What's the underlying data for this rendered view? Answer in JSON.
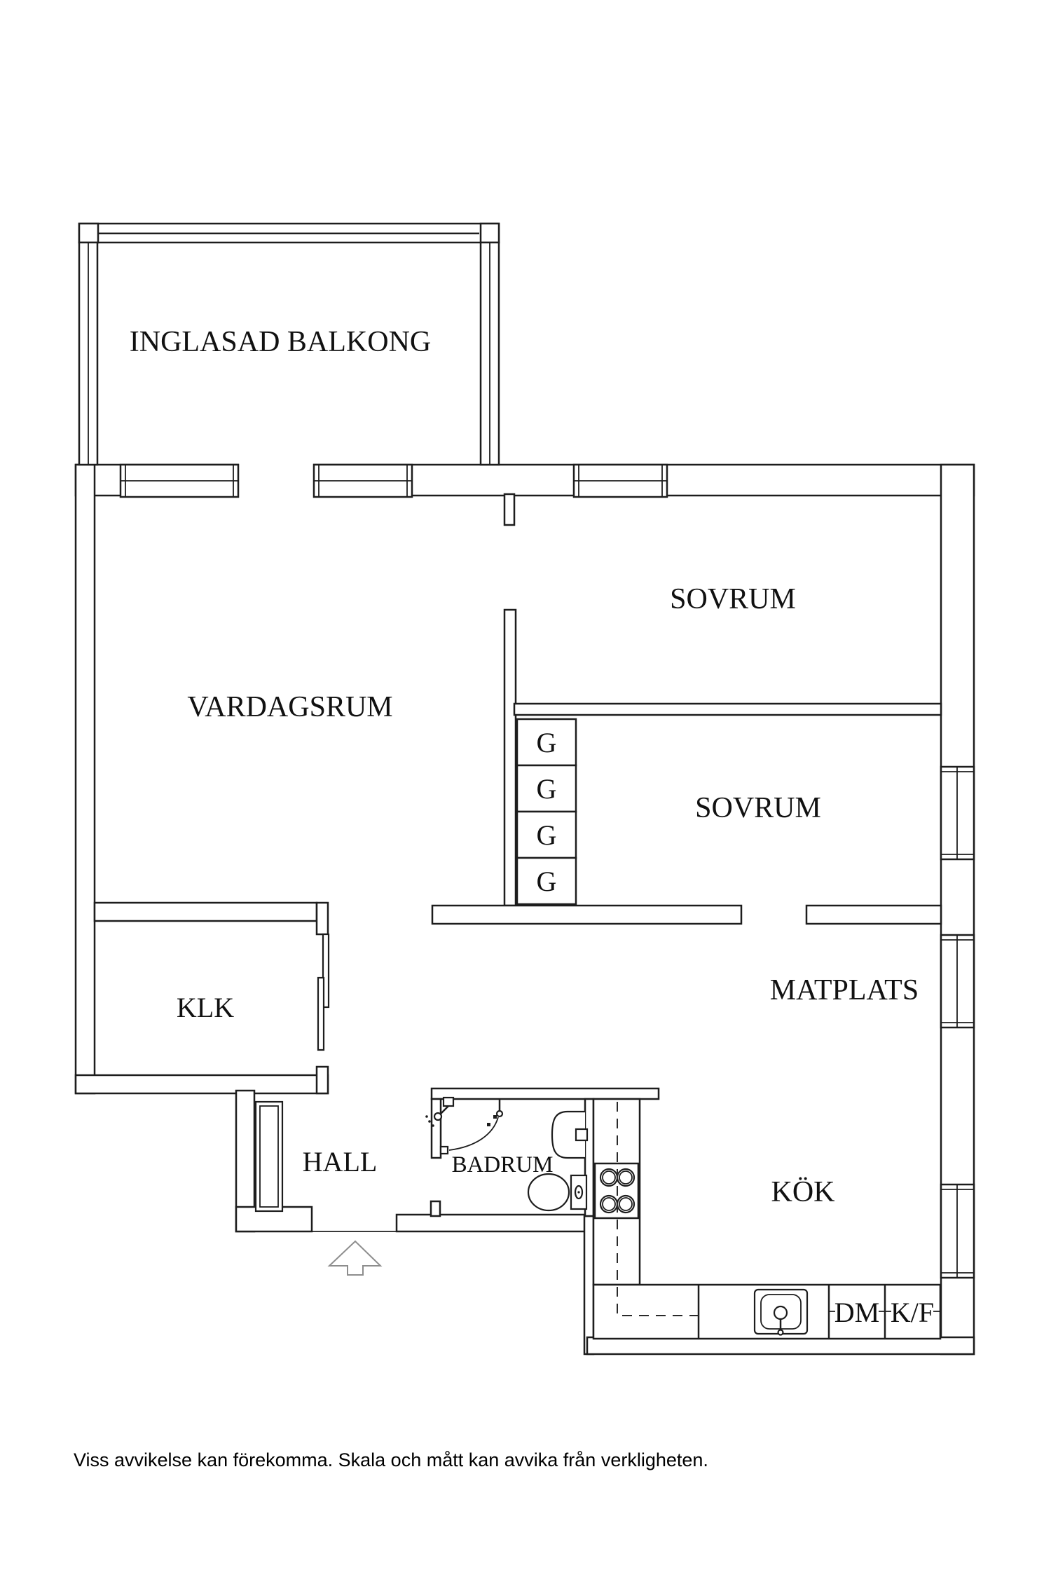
{
  "plan": {
    "rooms": {
      "balcony": "INGLASAD BALKONG",
      "living_room": "VARDAGSRUM",
      "bedroom_1": "SOVRUM",
      "bedroom_2": "SOVRUM",
      "closet": "KLK",
      "hall": "HALL",
      "bathroom": "BADRUM",
      "dining": "MATPLATS",
      "kitchen": "KÖK"
    },
    "wardrobes": [
      "G",
      "G",
      "G",
      "G"
    ],
    "appliances": {
      "dishwasher": "DM",
      "fridge_freezer": "K/F"
    },
    "colors": {
      "wall_line": "#1d1d1d",
      "arrow_outline": "#8d8d8d",
      "background": "#ffffff"
    }
  },
  "footer": {
    "disclaimer": "Viss avvikelse kan förekomma. Skala och mått kan avvika från verkligheten."
  }
}
